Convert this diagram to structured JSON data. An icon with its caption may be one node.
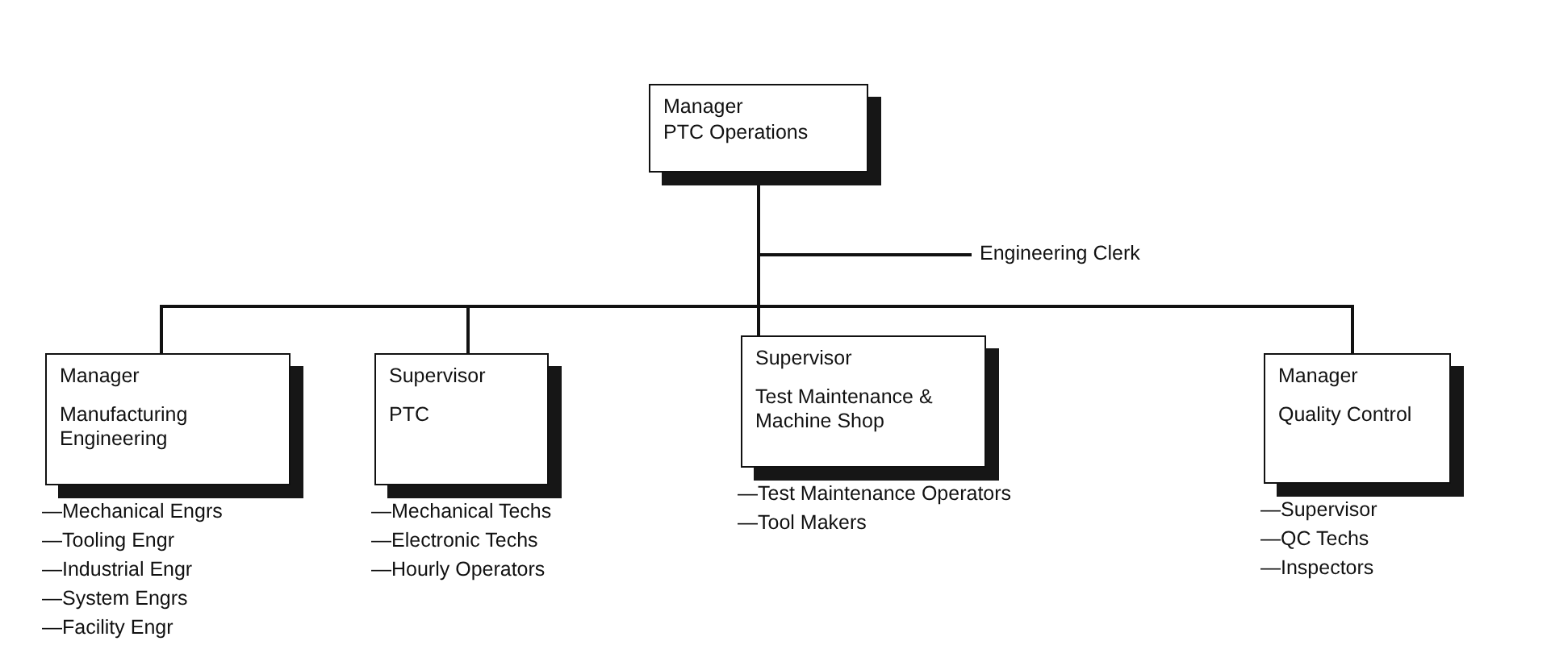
{
  "diagram": {
    "nodes": [
      {
        "text": [
          "Manager",
          "PTC Operations"
        ]
      },
      {
        "text": [
          "Engineering Clerk"
        ]
      },
      {
        "text": [
          "Manager",
          "Manufacturing Engineering"
        ],
        "beside": [
          "—Mechanical Engrs",
          "—Tooling Engr",
          "—Industrial Engr",
          "—System Engrs",
          "—Facility Engr"
        ]
      },
      {
        "text": [
          "Supervisor",
          "PTC"
        ],
        "beside": [
          "—Mechanical Techs",
          "—Electronic Techs",
          "—Hourly Operators"
        ]
      },
      {
        "text": [
          "Supervisor",
          "Test Maintenance & Machine Shop"
        ],
        "beside": [
          "—Test Maintenance Operators",
          "—Tool Makers"
        ]
      },
      {
        "text": [
          "Manager",
          "Quality Control"
        ],
        "beside": [
          "—Supervisor",
          "—QC Techs",
          "—Inspectors"
        ]
      }
    ],
    "edges": [
      {
        "from": 0,
        "to": 1,
        "arrow": "none"
      },
      {
        "from": 0,
        "to": 2,
        "arrow": "none"
      },
      {
        "from": 0,
        "to": 3,
        "arrow": "none"
      },
      {
        "from": 0,
        "to": 4,
        "arrow": "none"
      },
      {
        "from": 0,
        "to": 5,
        "arrow": "none"
      }
    ]
  }
}
